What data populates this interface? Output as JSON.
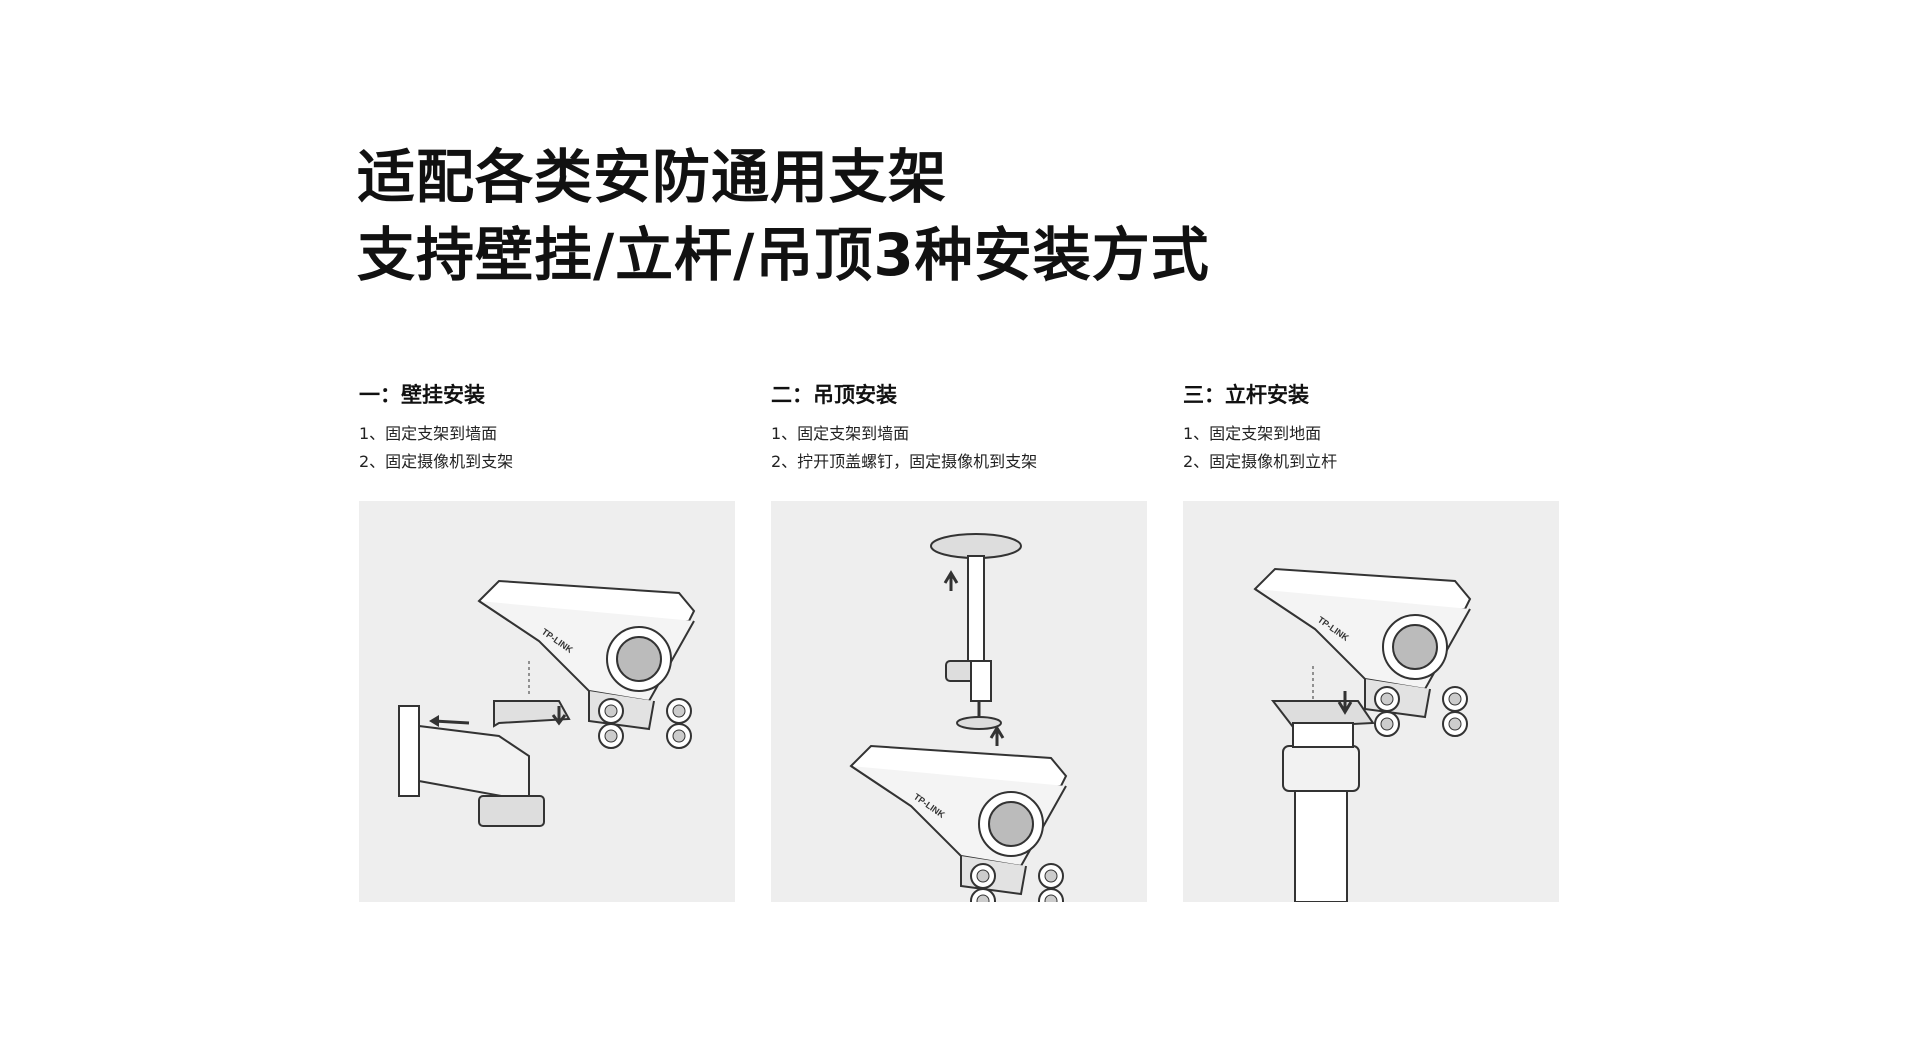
{
  "headline": {
    "line1": "适配各类安防通用支架",
    "line2": "支持壁挂/立杆/吊顶3种安装方式"
  },
  "logo_text": "TP-LINK",
  "sections": [
    {
      "title": "一：壁挂安装",
      "steps": [
        "1、固定支架到墙面",
        "2、固定摄像机到支架"
      ]
    },
    {
      "title": "二：吊顶安装",
      "steps": [
        "1、固定支架到墙面",
        "2、拧开顶盖螺钉，固定摄像机到支架"
      ]
    },
    {
      "title": "三：立杆安装",
      "steps": [
        "1、固定支架到地面",
        "2、固定摄像机到立杆"
      ]
    }
  ],
  "colors": {
    "panel_bg": "#eeeeee",
    "line": "#333333",
    "fill": "#ffffff",
    "shade": "#dddddd"
  }
}
